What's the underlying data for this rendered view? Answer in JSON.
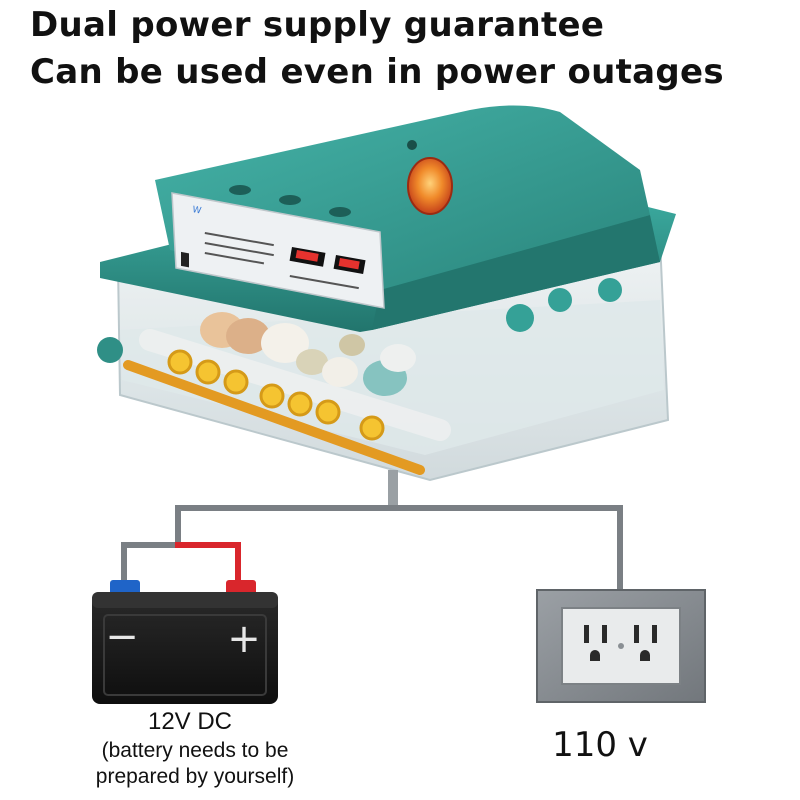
{
  "headline": {
    "line1": "Dual power supply guarantee",
    "line2": "Can be used even in power outages"
  },
  "battery": {
    "title": "12V DC",
    "note_line1": "(battery needs to be",
    "note_line2": "prepared by yourself)",
    "negative_symbol": "−",
    "positive_symbol": "+"
  },
  "outlet": {
    "label": "110 v"
  },
  "colors": {
    "incubator_teal": "#2f8f86",
    "wire_gray": "#7a7f84",
    "wire_red": "#d9262c",
    "terminal_blue": "#1f64c8",
    "terminal_red": "#d9262c",
    "battery_body": "#1b1b1b",
    "outlet_plate": "#8a8f94"
  },
  "icons": [
    "egg-candling-lamp-icon",
    "battery-icon",
    "power-outlet-icon",
    "wire-icon"
  ]
}
